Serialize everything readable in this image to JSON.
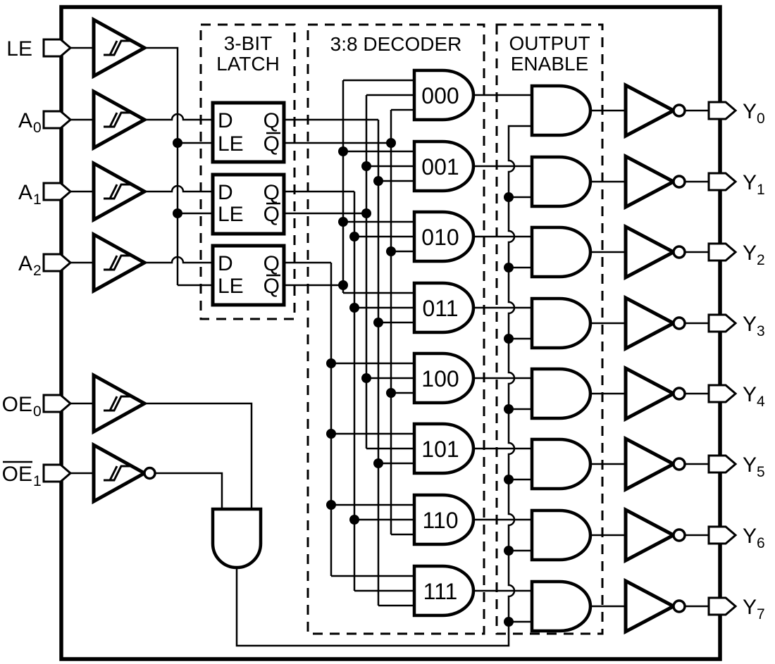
{
  "colors": {
    "background": "#ffffff",
    "line": "#000000",
    "text": "#000000"
  },
  "diagram": {
    "type": "logic-schematic",
    "blocks": {
      "latch": {
        "title_lines": [
          "3-BIT",
          "LATCH"
        ],
        "ports": {
          "d": "D",
          "le": "LE",
          "q": "Q",
          "qbar": "Q",
          "qbar_overline": true
        },
        "count": 3
      },
      "decoder": {
        "title": "3:8 DECODER",
        "gates": [
          {
            "label": "000"
          },
          {
            "label": "001"
          },
          {
            "label": "010"
          },
          {
            "label": "011"
          },
          {
            "label": "100"
          },
          {
            "label": "101"
          },
          {
            "label": "110"
          },
          {
            "label": "111"
          }
        ]
      },
      "output_enable": {
        "title_lines": [
          "OUTPUT",
          "ENABLE"
        ]
      }
    },
    "inputs": [
      {
        "id": "le",
        "label": "LE",
        "sub": "",
        "overline": false,
        "inverting": false,
        "buffer": "schmitt"
      },
      {
        "id": "a0",
        "label": "A",
        "sub": "0",
        "overline": false,
        "inverting": false,
        "buffer": "schmitt"
      },
      {
        "id": "a1",
        "label": "A",
        "sub": "1",
        "overline": false,
        "inverting": false,
        "buffer": "schmitt"
      },
      {
        "id": "a2",
        "label": "A",
        "sub": "2",
        "overline": false,
        "inverting": false,
        "buffer": "schmitt"
      },
      {
        "id": "oe0",
        "label": "OE",
        "sub": "0",
        "overline": false,
        "inverting": false,
        "buffer": "schmitt"
      },
      {
        "id": "oe1",
        "label": "OE",
        "sub": "1",
        "overline": true,
        "inverting": true,
        "buffer": "schmitt-inverter"
      }
    ],
    "outputs": [
      {
        "id": "y0",
        "label": "Y",
        "sub": "0",
        "inverting": true
      },
      {
        "id": "y1",
        "label": "Y",
        "sub": "1",
        "inverting": true
      },
      {
        "id": "y2",
        "label": "Y",
        "sub": "2",
        "inverting": true
      },
      {
        "id": "y3",
        "label": "Y",
        "sub": "3",
        "inverting": true
      },
      {
        "id": "y4",
        "label": "Y",
        "sub": "4",
        "inverting": true
      },
      {
        "id": "y5",
        "label": "Y",
        "sub": "5",
        "inverting": true
      },
      {
        "id": "y6",
        "label": "Y",
        "sub": "6",
        "inverting": true
      },
      {
        "id": "y7",
        "label": "Y",
        "sub": "7",
        "inverting": true
      }
    ]
  }
}
